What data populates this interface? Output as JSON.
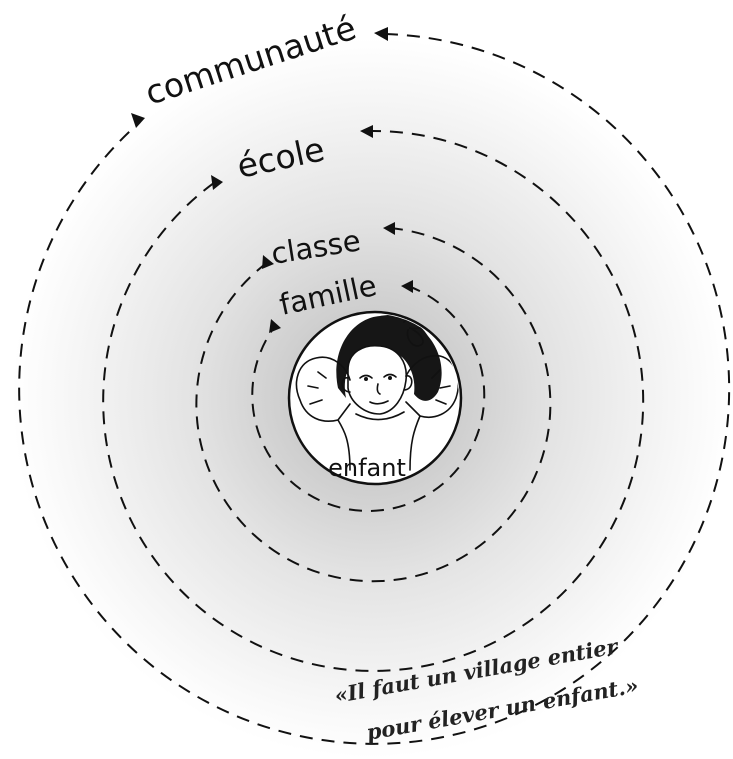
{
  "diagram": {
    "rings": {
      "center_label": "enfant",
      "level_1": "famille",
      "level_2": "classe",
      "level_3": "école",
      "level_4": "communauté"
    },
    "quote": {
      "line1": "«Il faut un village entier",
      "line2": "pour élever un enfant.»"
    },
    "colors": {
      "background": "#ffffff",
      "halo": "#cfcfcf",
      "lines": "#111111"
    }
  }
}
